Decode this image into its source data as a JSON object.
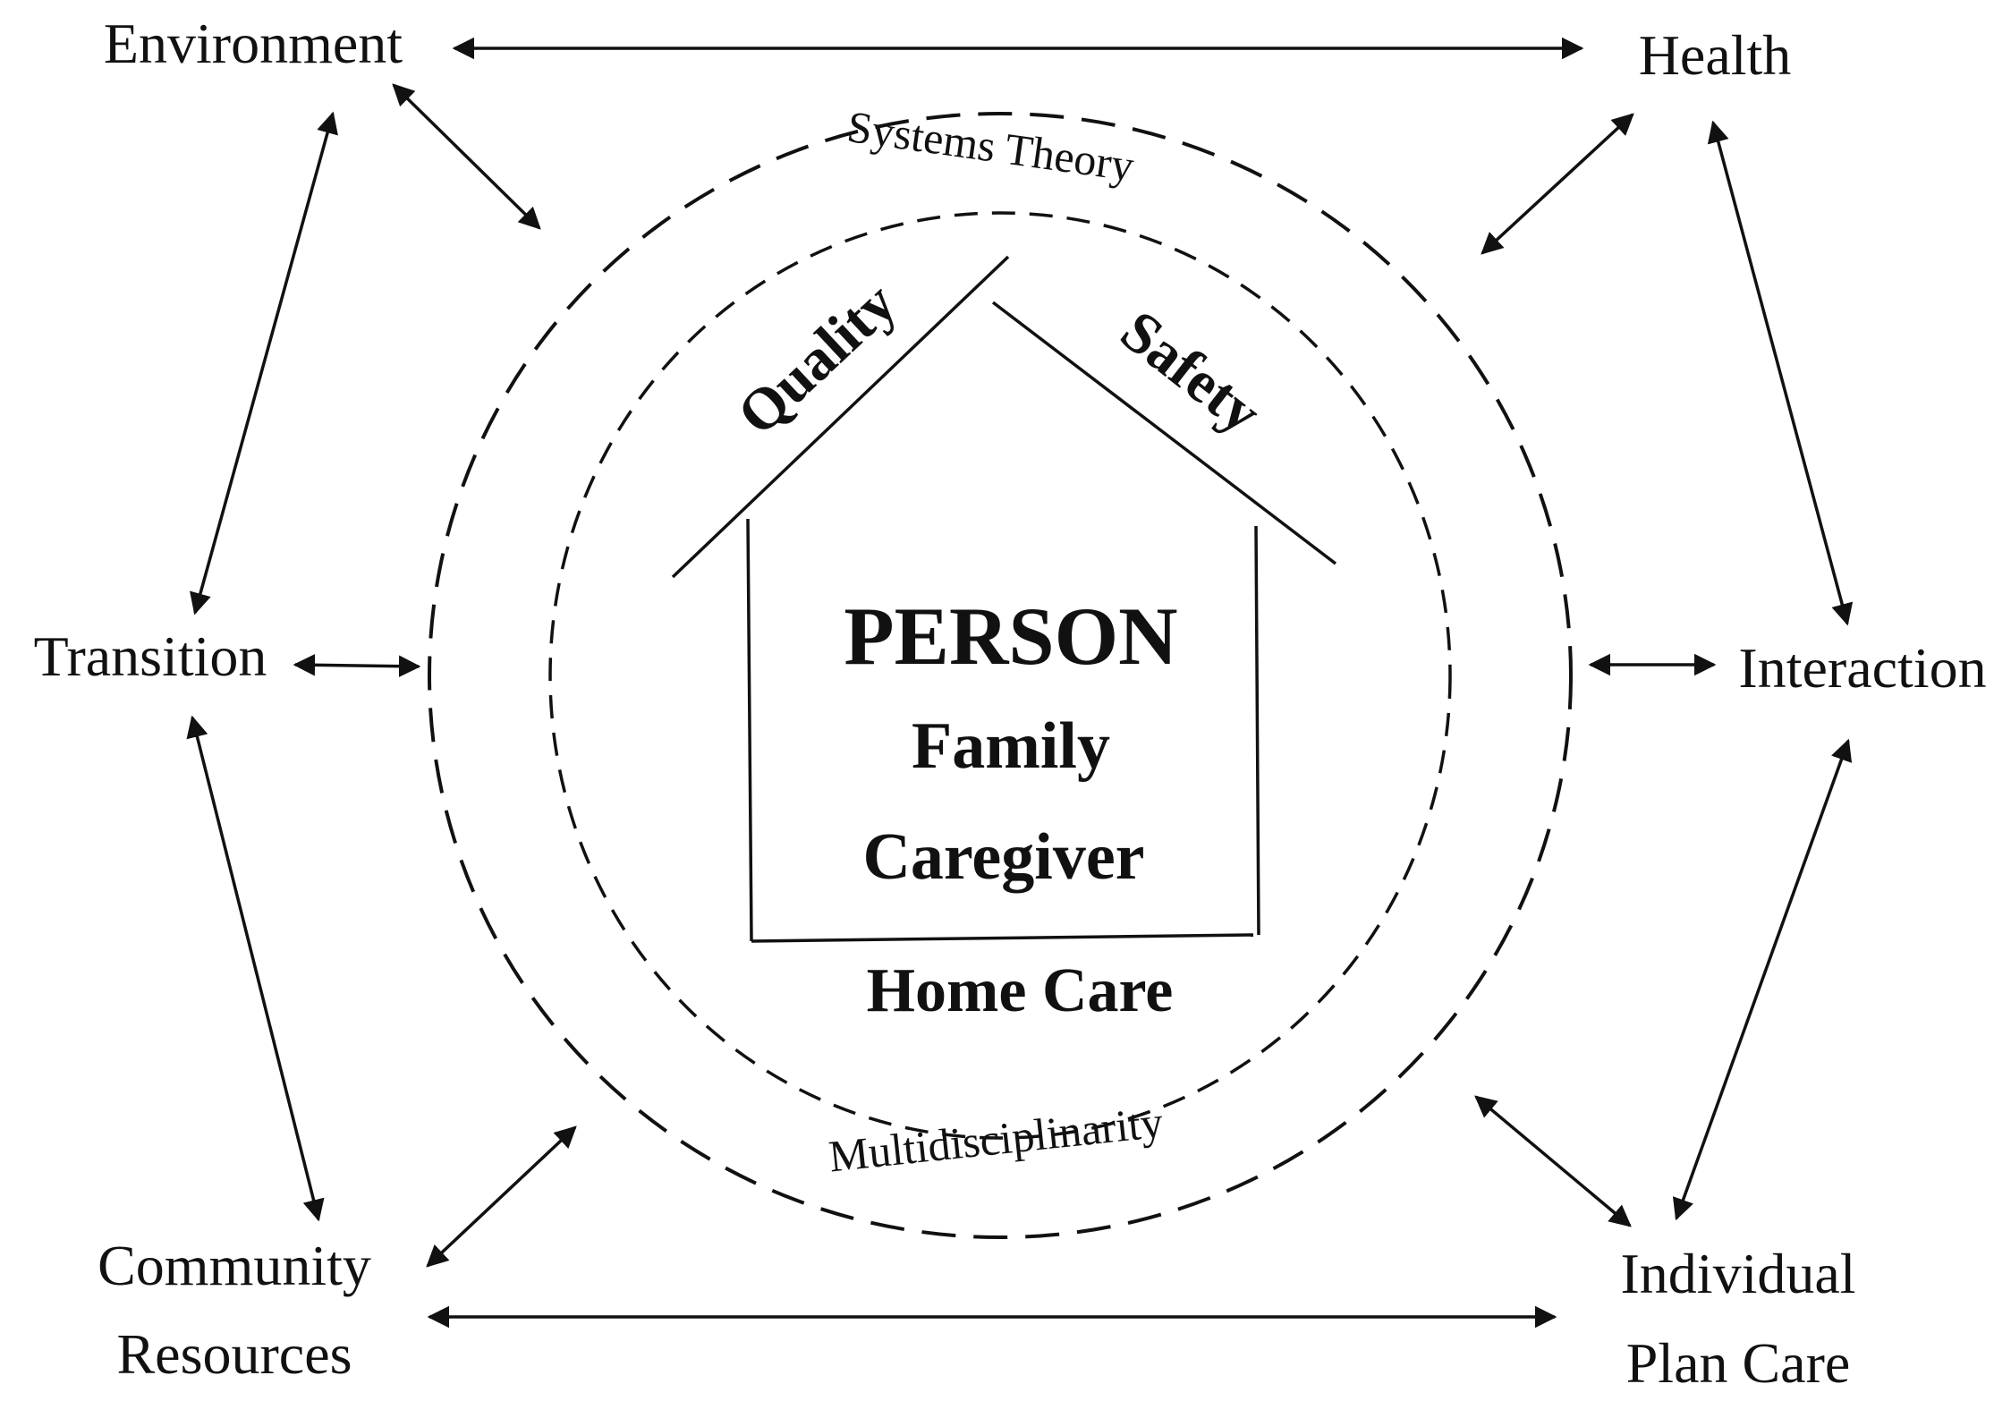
{
  "nodes": {
    "environment": "Environment",
    "health": "Health",
    "transition": "Transition",
    "interaction": "Interaction",
    "community_line1": "Community",
    "community_line2": "Resources",
    "individual_line1": "Individual",
    "individual_line2": "Plan Care"
  },
  "rings": {
    "outer_label": "Systems Theory",
    "inner_label": "Multidisciplinarity"
  },
  "house": {
    "roof_left": "Quality",
    "roof_right": "Safety",
    "title": "PERSON",
    "line2": "Family",
    "line3": "Caregiver",
    "caption": "Home Care"
  }
}
